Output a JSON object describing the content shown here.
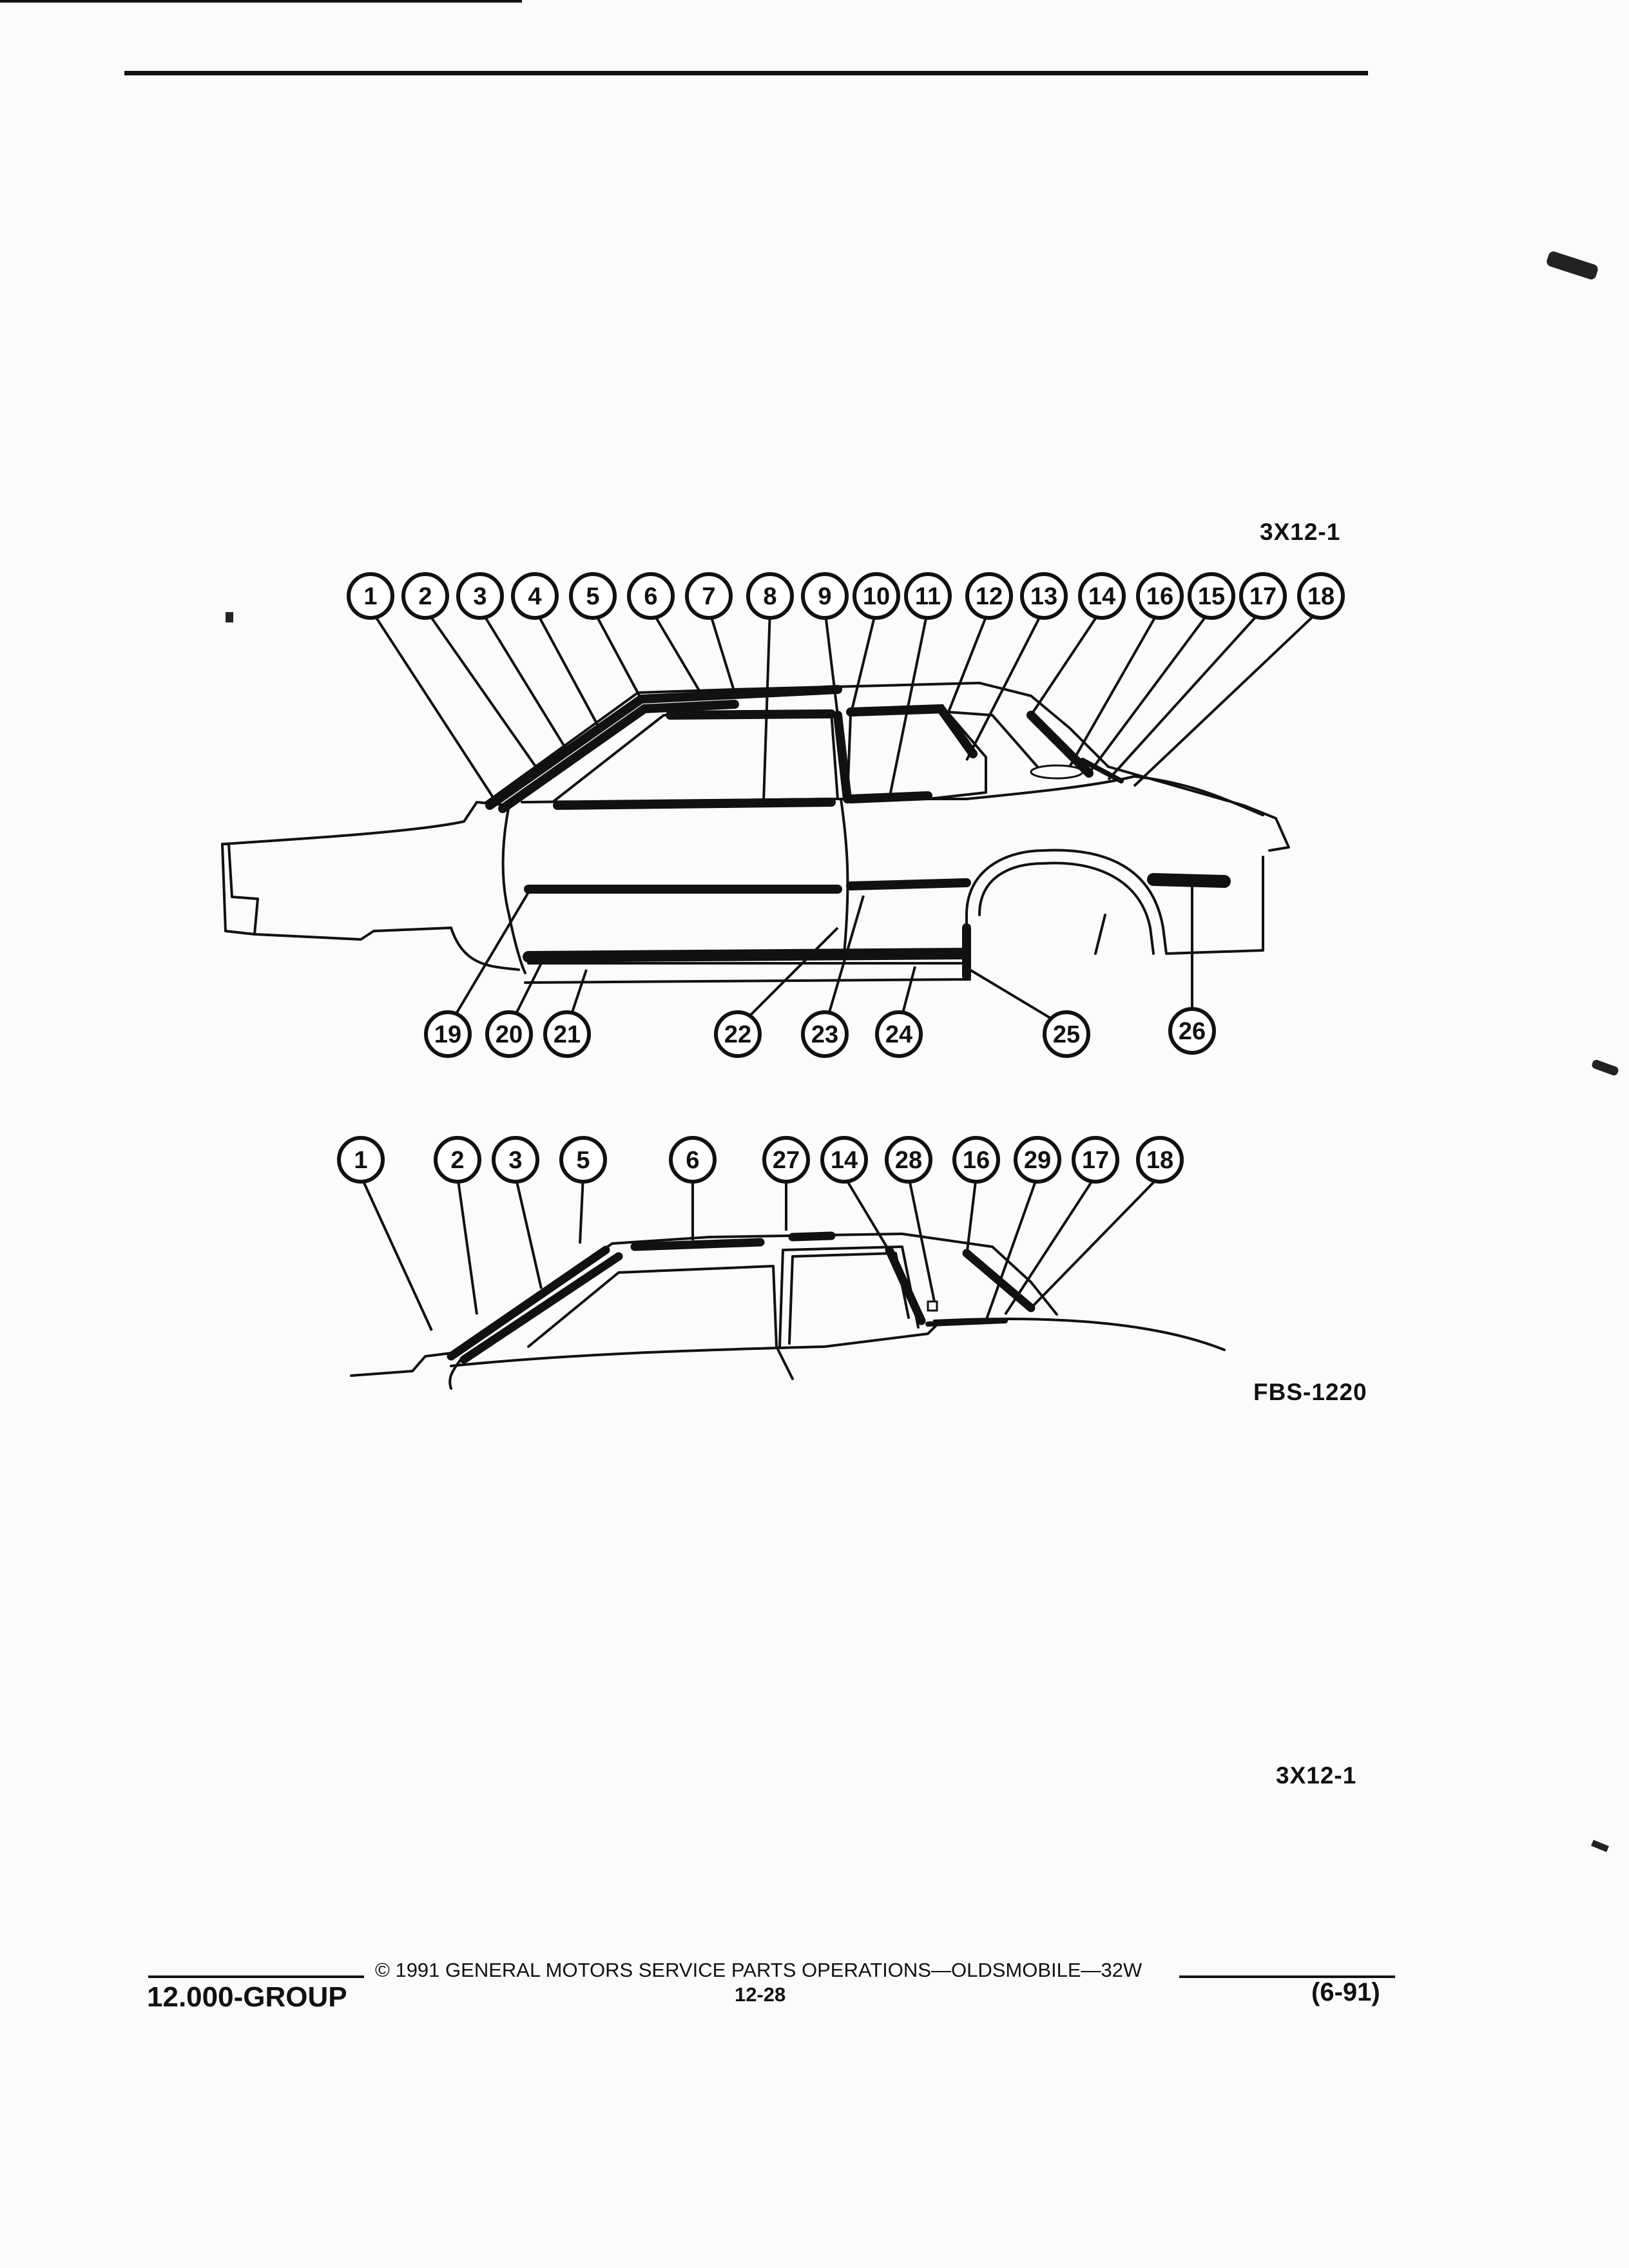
{
  "page": {
    "code_top": "3X12-1",
    "figure_code": "FBS-1220",
    "code_bottom": "3X12-1"
  },
  "diagram_top": {
    "callouts_row1": [
      "1",
      "2",
      "3",
      "4",
      "5",
      "6",
      "7",
      "8",
      "9",
      "10",
      "11",
      "12",
      "13",
      "14",
      "16",
      "15",
      "17",
      "18"
    ],
    "callouts_row2": [
      "19",
      "20",
      "21",
      "22",
      "23",
      "24",
      "25",
      "26"
    ]
  },
  "diagram_bottom": {
    "callouts": [
      "1",
      "2",
      "3",
      "5",
      "6",
      "27",
      "14",
      "28",
      "16",
      "29",
      "17",
      "18"
    ]
  },
  "footer": {
    "copyright": "© 1991 GENERAL MOTORS SERVICE PARTS OPERATIONS—OLDSMOBILE—32W",
    "group": "12.000-GROUP",
    "page_number": "12-28",
    "revision": "(6-91)"
  },
  "colors": {
    "ink": "#111111",
    "paper": "#fbfbf9"
  }
}
